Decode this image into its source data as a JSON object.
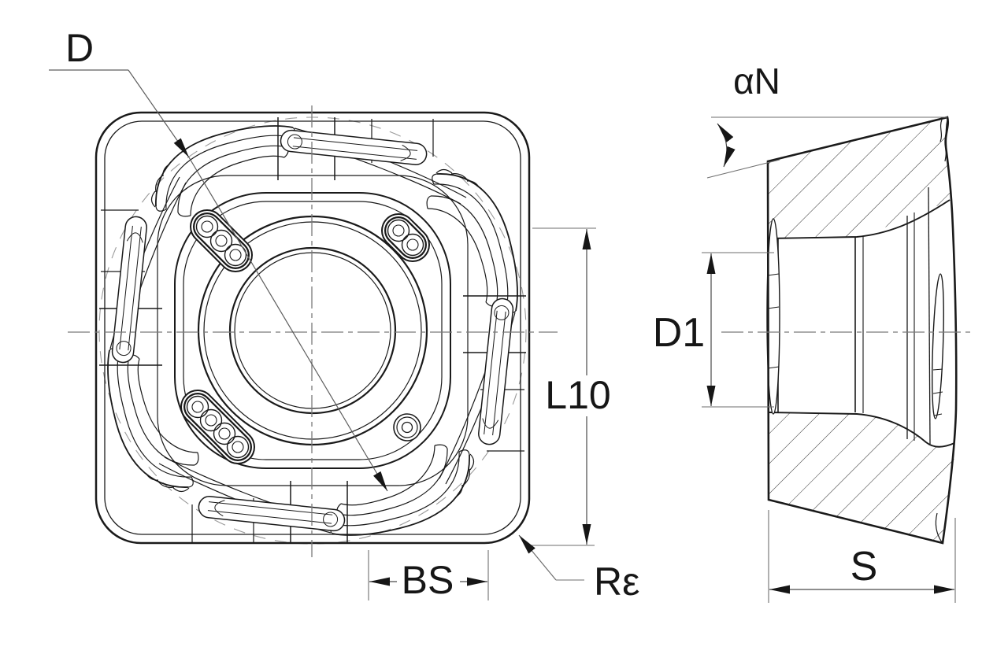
{
  "page": {
    "background": "#ffffff"
  },
  "drawing": {
    "ink_color": "#1a1a1a",
    "dimension_color": "#4a4a4a",
    "centerline_color": "#7a7a7a",
    "labels": {
      "d": "D",
      "alpha_n": "αN",
      "d1": "D1",
      "l10": "L10",
      "bs": "BS",
      "r_epsilon": "Rε",
      "s": "S"
    }
  }
}
